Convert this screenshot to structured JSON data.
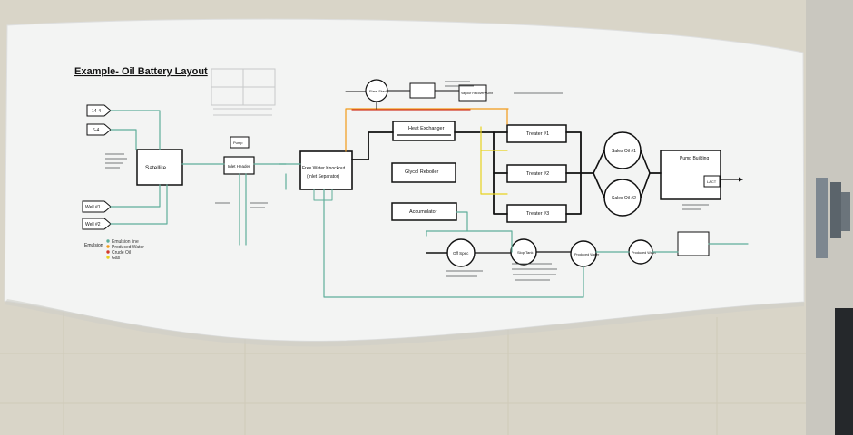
{
  "title": "Example- Oil Battery Layout",
  "nodes": {
    "s1": "14-4",
    "s2": "6-4",
    "w1": "Well #1",
    "w2": "Well #2",
    "satellite": "Satellite",
    "inlet_header": "Inlet Header",
    "inlet_header_pump": "Pump",
    "fwko_line1": "Free Water Knockout",
    "fwko_line2": "(Inlet Separator)",
    "flare": "Flare Stack",
    "hx": "Heat Exchanger",
    "glycol": "Glycol Reboiler",
    "accumulator": "Accumulator",
    "vapor_recovery": "Vapour Recovery Unit",
    "treater1": "Treater #1",
    "treater2": "Treater #2",
    "treater3": "Treater #3",
    "sales1": "Sales Oil #1",
    "sales2": "Sales Oil #2",
    "pump_building": "Pump Building",
    "lact": "LACT",
    "oil_spec": "Off Spec",
    "slop": "Slop Tank",
    "produced_water1": "Produced Water",
    "produced_water2": "Produced Water",
    "emulsion": "Emulsion",
    "legend1": "Emulsion line",
    "legend2": "Produced Water",
    "legend3": "Crude Oil",
    "legend4": "Gas"
  },
  "colors": {
    "wall": "#d9d5c8",
    "paper": "#f3f4f3",
    "line_green": "#5fae9a",
    "line_black": "#111111",
    "line_orange": "#f29a1a",
    "line_red": "#d23a2a",
    "line_yellow": "#e8d21f",
    "outlet": "#7d8790"
  }
}
